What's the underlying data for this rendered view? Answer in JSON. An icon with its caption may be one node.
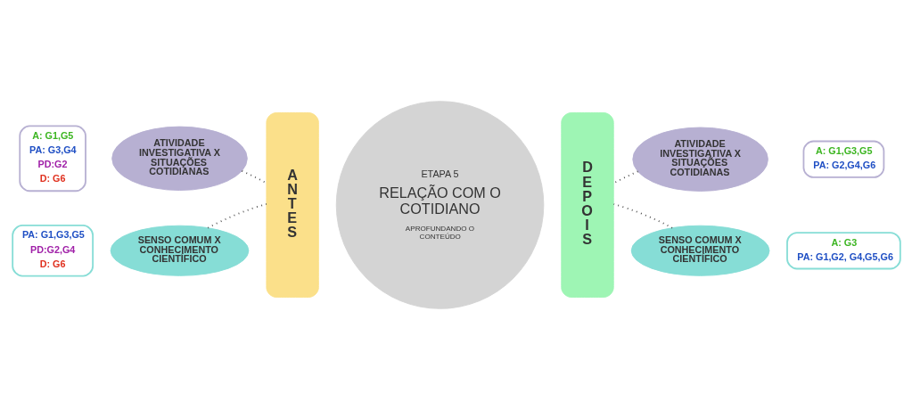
{
  "diagram": {
    "nodes": [
      {
        "text": [
          "ANTES"
        ]
      },
      {
        "text": [
          "DEPOIS"
        ]
      },
      {
        "text": [
          "ETAPA 5",
          "RELAÇÃO COM O COTIDIANO",
          "APROFUNDANDO O CONTEÚDO"
        ]
      },
      {
        "text": [
          "ATIVIDADE INVESTIGATIVA X SITUAÇÕES COTIDIANAS"
        ]
      },
      {
        "text": [
          "A: G1,G5",
          "PA: G3,G4",
          "PD:G2",
          "D: G6"
        ]
      },
      {
        "text": [
          "ATIVIDADE INVESTIGATIVA X SITUAÇÕES COTIDIANAS"
        ]
      },
      {
        "text": [
          "A: G1,G3,G5",
          "PA: G2,G4,G6"
        ]
      },
      {
        "text": [
          "SENSO COMUM X CONHECIMENTO CIENTÍFICO"
        ]
      },
      {
        "text": [
          "PA: G1,G3,G5",
          "PD:G2,G4",
          "D: G6"
        ]
      },
      {
        "text": [
          "SENSO COMUM X CONHECIMENTO CIENTÍFICO"
        ]
      },
      {
        "text": [
          "A: G3",
          "PA: G1,G2, G4,G5,G6"
        ]
      }
    ],
    "edges": [
      {
        "from": 3,
        "to": 0,
        "arrow": "none",
        "style": "dashed"
      },
      {
        "from": 5,
        "to": 1,
        "arrow": "none",
        "style": "dashed"
      },
      {
        "from": 7,
        "to": 0,
        "arrow": "none",
        "style": "dashed"
      },
      {
        "from": 9,
        "to": 1,
        "arrow": "none",
        "style": "dashed"
      }
    ]
  }
}
